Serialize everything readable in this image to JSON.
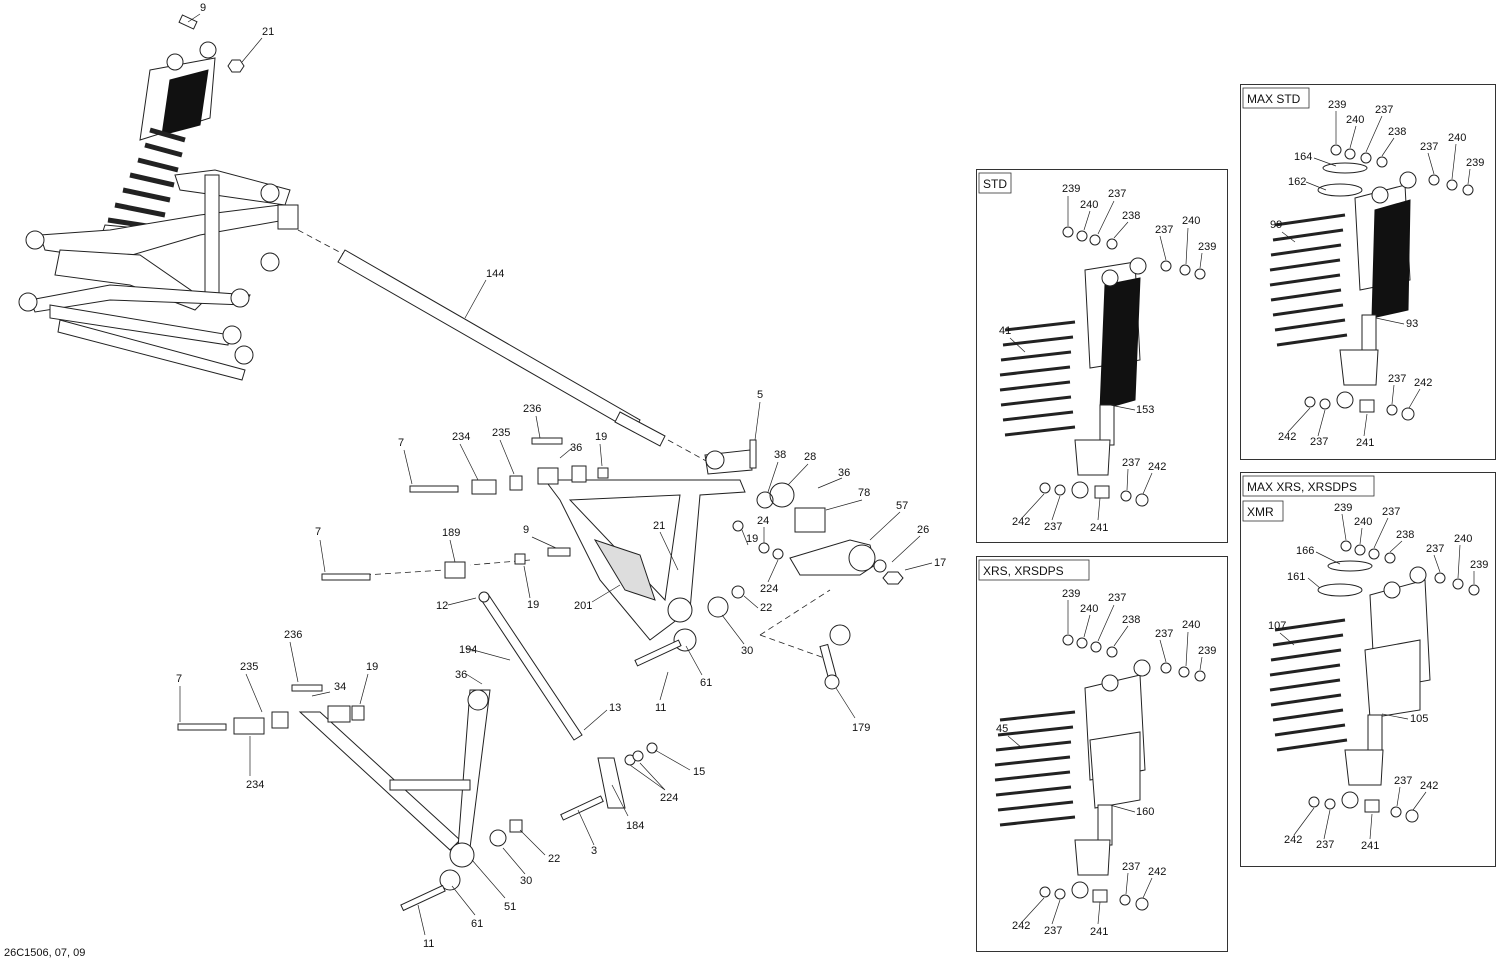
{
  "diagram_id": "26C1506, 07, 09",
  "panels": {
    "std": "STD",
    "xrs": "XRS, XRSDPS",
    "max_std": "MAX STD",
    "max_xrs": "MAX XRS, XRSDPS",
    "xmr": "XMR"
  },
  "callouts": {
    "main": [
      "9",
      "21",
      "144",
      "5",
      "38",
      "28",
      "36",
      "78",
      "57",
      "26",
      "17",
      "24",
      "19",
      "224",
      "22",
      "30",
      "201",
      "21",
      "7",
      "234",
      "235",
      "236",
      "36",
      "19",
      "7",
      "189",
      "9",
      "12",
      "19",
      "194",
      "13",
      "36",
      "15",
      "224",
      "3",
      "184",
      "11",
      "61",
      "7",
      "235",
      "236",
      "34",
      "19",
      "234",
      "30",
      "22",
      "51",
      "61",
      "11",
      "179"
    ],
    "std": [
      "239",
      "240",
      "237",
      "238",
      "237",
      "240",
      "239",
      "41",
      "153",
      "237",
      "242",
      "242",
      "237",
      "241"
    ],
    "xrs": [
      "239",
      "240",
      "237",
      "238",
      "237",
      "240",
      "239",
      "45",
      "160",
      "237",
      "242",
      "242",
      "237",
      "241"
    ],
    "max_std": [
      "239",
      "240",
      "237",
      "238",
      "237",
      "240",
      "239",
      "164",
      "162",
      "99",
      "93",
      "237",
      "242",
      "242",
      "237",
      "241"
    ],
    "max_xrs": [
      "239",
      "240",
      "237",
      "238",
      "237",
      "240",
      "239",
      "166",
      "161",
      "107",
      "105",
      "237",
      "242",
      "242",
      "237",
      "241"
    ]
  }
}
